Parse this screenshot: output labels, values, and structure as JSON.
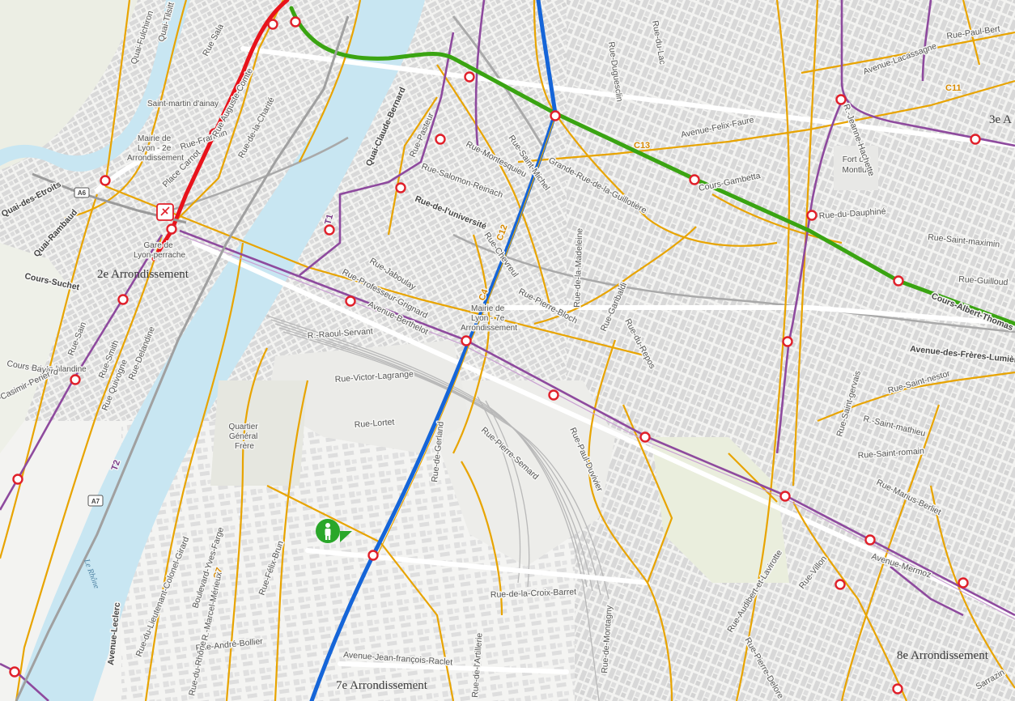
{
  "map": {
    "districts": {
      "d2": "2e Arrondissement",
      "d3": "3e A",
      "d7": "7e Arrondissement",
      "d8": "8e Arrondissement"
    },
    "places": {
      "ainay": "Saint-martin d'ainay",
      "mairie2_l1": "Mairie de",
      "mairie2_l2": "Lyon - 2e",
      "mairie2_l3": "Arrondissement",
      "perrache_l1": "Gare de",
      "perrache_l2": "Lyon-perrache",
      "mairie7_l1": "Mairie de",
      "mairie7_l2": "Lyon - 7e",
      "mairie7_l3": "Arrondissement",
      "montluc_l1": "Fort de",
      "montluc_l2": "Montluc",
      "quartier_l1": "Quartier",
      "quartier_l2": "Général",
      "quartier_l3": "Frère",
      "blandine": "Sainte-blandine"
    },
    "river_label": "Le Rhône",
    "streets": {
      "quai_tilsitt": "Quai-Tilsitt",
      "quai_fulchiron": "Quai-Fulchiron",
      "rue_sala": "Rue Sala",
      "quai_rambaud": "Quai-Rambaud",
      "quai_etroits": "Quai-des-Etroits",
      "cours_suchet": "Cours-Suchet",
      "cours_bayard": "Cours Bayard",
      "casimir_perier": "R.-Casimir-Perier",
      "rue_saint": "Rue-Sain",
      "rue_smith": "Rue-Smith",
      "rue_quivogne": "Rue Quivogne",
      "rue_delandine": "Rue-Delandine",
      "rue_franklin": "Rue-Franklin",
      "place_carnot": "Place Carnot",
      "rue_auguste_comte": "Rue Auguste-Comte",
      "rue_de_la_charite": "Rue-de-la-Charité",
      "quai_claude_bernard": "Quai-Claude-Bernard",
      "rue_pasteur": "Rue-Pasteur",
      "rue_salomon_reinach": "Rue-Salomon-Reinach",
      "rue_montesquieu": "Rue-Montesquieu",
      "rue_saint_michel": "Rue-Saint-Michel",
      "rue_universite": "Rue-de-l'université",
      "grande_rue_guillotiere": "Grande-Rue-de-la-Guillotière",
      "rue_jaboulay": "Rue-Jaboulay",
      "rue_professeur_grignard": "Rue-Professeur-Grignard",
      "avenue_berthelot": "Avenue-Berthelot",
      "rue_raoul_servant": "R.-Raoul-Servant",
      "rue_victor_lagrange": "Rue-Victor-Lagrange",
      "rue_lortet": "Rue-Lortet",
      "rue_de_gerland": "Rue-de-Gerland",
      "rue_pierre_semard": "Rue-Pierre-Semard",
      "rue_chevreul": "Rue-Chevreul",
      "rue_pierre_bourdan": "Rue-Pierre-Bloch",
      "rue_de_la_madeleine": "Rue-de-la-Madeleine",
      "rue_garibaldi": "Rue-Garibaldi",
      "rue_du_repos": "Rue-du-Repos",
      "rue_paul_duvivier": "Rue-Paul-Duvivier",
      "rue_duguesclin": "Rue-Duguesclin",
      "rue_du_lac": "Rue-du-Lac",
      "rue_paul_bert": "Rue-Paul-Bert",
      "avenue_lacassagne": "Avenue-Lacassagne",
      "avenue_felix_faure": "Avenue-Felix-Faure",
      "rue_jeanne_hachette": "R.-Jeanne-Hachette",
      "cours_gambetta": "Cours-Gambetta",
      "rue_du_dauphine": "Rue-du-Dauphiné",
      "rue_saint_maximin": "Rue-Saint-maximin",
      "rue_guilloud": "Rue-Guilloud",
      "cours_albert_thomas": "Cours-Albert-Thomas",
      "avenue_des_freres_lumiere": "Avenue-des-Frères-Lumière",
      "rue_saint_nestor": "Rue-Saint-nestor",
      "rue_saint_mathieu": "R.-Saint-mathieu",
      "rue_saint_romain": "Rue-Saint-romain",
      "rue_saint_gervais": "Rue-Saint-gervais",
      "rue_marius_berliet": "Rue-Marius-Berliet",
      "rue_villon": "Rue-Villon",
      "rue_audibert_lavirotte": "Rue-Audibert-et-Lavirotte",
      "rue_pierre_delore": "Rue-Pierre-Delore",
      "rue_de_la_croix_barret": "Rue-de-la-Croix-Barret",
      "rue_de_montagny": "Rue-de-Montagny",
      "rue_de_l_artillerie": "Rue-de-l'Artillerie",
      "avenue_jean_francois_raclet": "Avenue-Jean-françois-Raclet",
      "rue_andre_bollier": "Rue-André-Bollier",
      "rue_marcel_merieux": "R.-Marcel-Mérieux",
      "rue_felix_brun": "Rue-Félix-Brun",
      "rue_du_rhone": "Rue-du-Rhône",
      "rue_colonel_girard": "Rue-du-Lieutenant-Colonel-Girard",
      "boulevard_yves_farge": "Boulevard-Yves-Farge",
      "avenue_leclerc": "Avenue-Leclerc",
      "rue_sarrazin": "Sarrazin",
      "avenue_jean_mermoz": "Avenue-Mermoz",
      "rue_de_la_guillotiere_2": "Rue-Chevreul"
    },
    "routes": {
      "c12": "C12",
      "c4": "C4",
      "c7": "C7",
      "c11": "C11",
      "c13": "C13",
      "t1": "T1",
      "t2": "T2",
      "a6": "A6",
      "a7": "A7"
    },
    "colors": {
      "water": "#c8e6f2",
      "land": "#f2f2f0",
      "blocks": "#d6d6d6",
      "road": "#ffffff",
      "bus_line": "#e8a400",
      "tram_line": "#8e4a9e",
      "metro_a": "#e8131b",
      "metro_b": "#1565d8",
      "metro_d": "#3aa412",
      "stop": "#e0202a",
      "park": "#eaeedd",
      "marker": "#2aa72a"
    },
    "icons": {
      "station": "train-station-icon",
      "pedestrian": "pedestrian-marker-icon"
    }
  }
}
